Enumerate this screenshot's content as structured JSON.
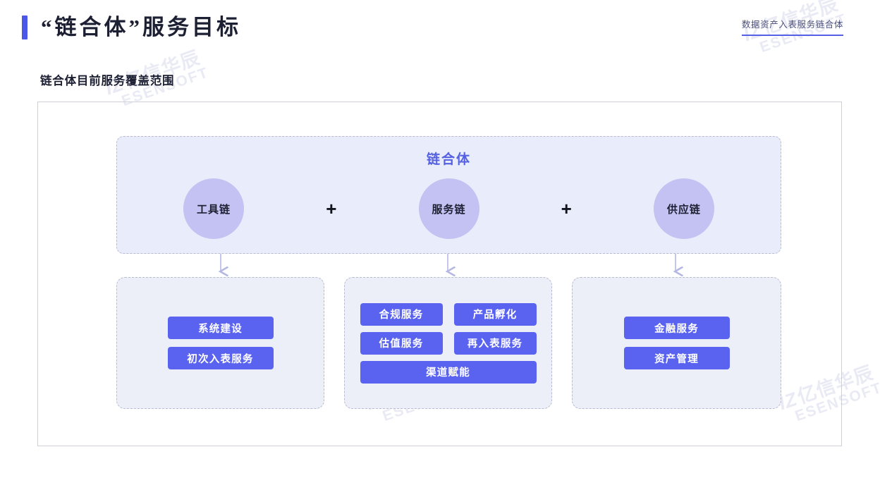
{
  "header": {
    "title": "“链合体”服务目标",
    "brand_text": "数据资产入表服务链合体",
    "accent_color": "#4a57e8",
    "brand_rule_color": "#5560e6"
  },
  "section": {
    "subtitle": "链合体目前服务覆盖范围"
  },
  "watermark": {
    "cn": "亿信华辰",
    "en": "ESENSOFT",
    "z_mark": "IZ",
    "color": "#e6e7f3"
  },
  "chain_group": {
    "title": "链合体",
    "plus_symbol": "+",
    "node_color": "#c3c2f2",
    "title_color": "#5561e0",
    "nodes": [
      {
        "label": "工具链"
      },
      {
        "label": "服务链"
      },
      {
        "label": "供应链"
      }
    ]
  },
  "panels": [
    {
      "key": "tool",
      "source_node": "工具链",
      "items": [
        {
          "label": "系统建设"
        },
        {
          "label": "初次入表服务"
        }
      ]
    },
    {
      "key": "service",
      "source_node": "服务链",
      "items": [
        {
          "label": "合规服务"
        },
        {
          "label": "产品孵化"
        },
        {
          "label": "估值服务"
        },
        {
          "label": "再入表服务"
        },
        {
          "label": "渠道赋能"
        }
      ]
    },
    {
      "key": "supply",
      "source_node": "供应链",
      "items": [
        {
          "label": "金融服务"
        },
        {
          "label": "资产管理"
        }
      ]
    }
  ],
  "colors": {
    "pill_blue": "#5a63ef",
    "panel_bg": "#eceef8",
    "chain_bg": "#e9ecfa",
    "dashed_border": "#b9bcd0",
    "frame_border": "#cfd0d6",
    "arrow": "#b6b8e4"
  }
}
